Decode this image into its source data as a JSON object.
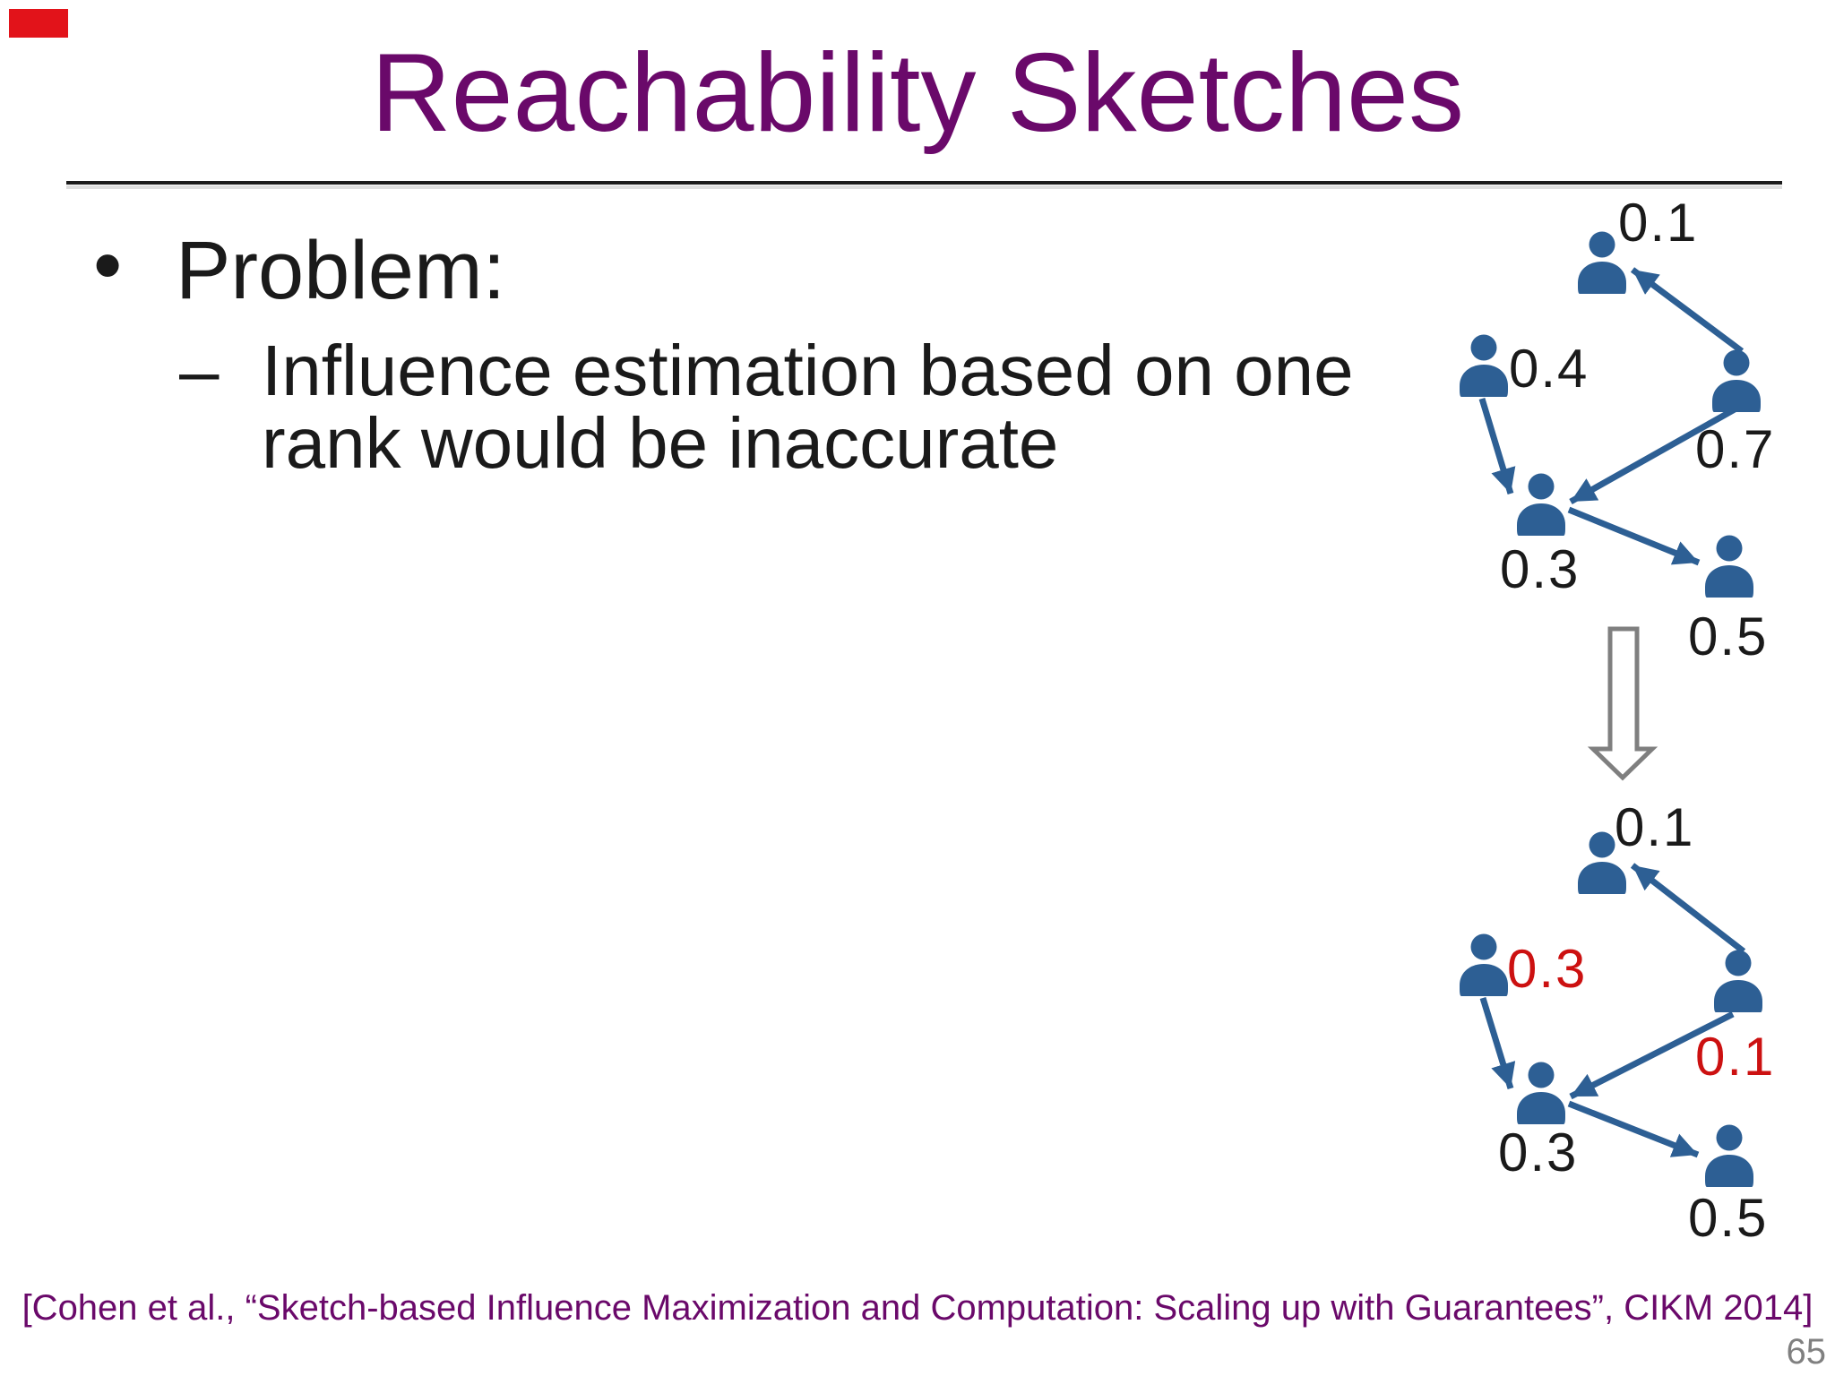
{
  "slide": {
    "title": "Reachability Sketches",
    "citation": "[Cohen et al., “Sketch-based Influence Maximization and Computation: Scaling up with Guarantees”, CIKM 2014]",
    "page_number": "65"
  },
  "content": {
    "bullet_marker": "•",
    "bullet": "Problem:",
    "sub_bullet_marker": "–",
    "sub_bullet_lines": [
      "Influence estimation based on one",
      "rank would be inaccurate"
    ]
  },
  "diagram": {
    "top_graph": {
      "labels": [
        {
          "text": "0.1",
          "highlight": false
        },
        {
          "text": "0.4",
          "highlight": false
        },
        {
          "text": "0.7",
          "highlight": false
        },
        {
          "text": "0.3",
          "highlight": false
        },
        {
          "text": "0.5",
          "highlight": false
        }
      ]
    },
    "bottom_graph": {
      "labels": [
        {
          "text": "0.1",
          "highlight": false
        },
        {
          "text": "0.3",
          "highlight": true
        },
        {
          "text": "0.1",
          "highlight": true
        },
        {
          "text": "0.3",
          "highlight": false
        },
        {
          "text": "0.5",
          "highlight": false
        }
      ]
    }
  },
  "colors": {
    "title_purple": "#6a096a",
    "citation_purple": "#6a096a",
    "node_blue": "#2d5f94",
    "highlight_red": "#cc1111",
    "text_black": "#1a1a1a",
    "page_number_gray": "#808080",
    "recording_red": "#e2131a",
    "transform_arrow_gray": "#7f7f7f"
  }
}
